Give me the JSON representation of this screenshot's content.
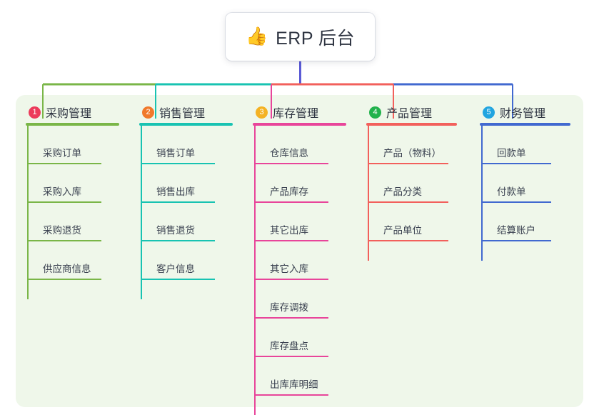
{
  "root": {
    "icon": "thumbs-up-icon",
    "icon_glyph": "👍",
    "title": "ERP 后台"
  },
  "canvas": {
    "panel_bg": "#eff7ea",
    "page_bg": "#ffffff",
    "root_stem_color": "#5B5BD6"
  },
  "columns": [
    {
      "number": "1",
      "label": "采购管理",
      "color": "#7AB648",
      "badge_color": "#EC3B5B",
      "connector_color": "#7AB648",
      "items": [
        {
          "label": "采购订单"
        },
        {
          "label": "采购入库"
        },
        {
          "label": "采购退货"
        },
        {
          "label": "供应商信息"
        }
      ]
    },
    {
      "number": "2",
      "label": "销售管理",
      "color": "#18C3B2",
      "badge_color": "#F0792B",
      "connector_color": "#18C3B2",
      "items": [
        {
          "label": "销售订单"
        },
        {
          "label": "销售出库"
        },
        {
          "label": "销售退货"
        },
        {
          "label": "客户信息"
        }
      ]
    },
    {
      "number": "3",
      "label": "库存管理",
      "color": "#E8459A",
      "badge_color": "#F4B223",
      "connector_color": "#E8459A",
      "items": [
        {
          "label": "仓库信息"
        },
        {
          "label": "产品库存"
        },
        {
          "label": "其它出库"
        },
        {
          "label": "其它入库"
        },
        {
          "label": "库存调拨"
        },
        {
          "label": "库存盘点"
        },
        {
          "label": "出库库明细"
        }
      ]
    },
    {
      "number": "4",
      "label": "产品管理",
      "color": "#F2605C",
      "badge_color": "#22B24C",
      "connector_color": "#F2605C",
      "items": [
        {
          "label": "产品（物料）"
        },
        {
          "label": "产品分类"
        },
        {
          "label": "产品单位"
        }
      ]
    },
    {
      "number": "5",
      "label": "财务管理",
      "color": "#4169D0",
      "badge_color": "#22A5E0",
      "connector_color": "#4169D0",
      "items": [
        {
          "label": "回款单"
        },
        {
          "label": "付款单"
        },
        {
          "label": "结算账户"
        }
      ]
    }
  ]
}
